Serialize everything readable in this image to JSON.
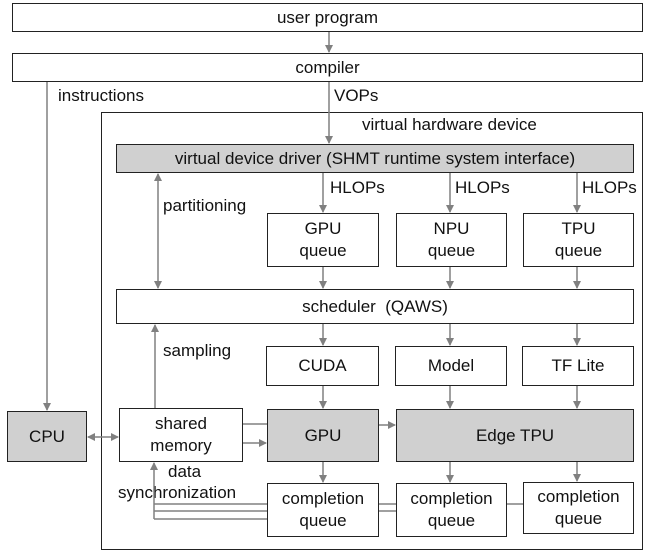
{
  "diagram": {
    "user_program": "user program",
    "compiler": "compiler",
    "instructions_label": "instructions",
    "vops_label": "VOPs",
    "virtual_hardware_device_label": "virtual hardware device",
    "driver": "virtual device driver (SHMT runtime system interface)",
    "hlops_label": "HLOPs",
    "partitioning_label": "partitioning",
    "queues": [
      {
        "line1": "GPU",
        "line2": "queue"
      },
      {
        "line1": "NPU",
        "line2": "queue"
      },
      {
        "line1": "TPU",
        "line2": "queue"
      }
    ],
    "scheduler": "scheduler  (QAWS)",
    "sampling_label": "sampling",
    "runtimes": [
      "CUDA",
      "Model",
      "TF Lite"
    ],
    "cpu": "CPU",
    "shared_memory": {
      "line1": "shared",
      "line2": "memory"
    },
    "gpu": "GPU",
    "edge_tpu": "Edge TPU",
    "data_sync_label": {
      "line1": "data",
      "line2": "synchronization"
    },
    "completion_queues": [
      {
        "line1": "completion",
        "line2": "queue"
      },
      {
        "line1": "completion",
        "line2": "queue"
      },
      {
        "line1": "completion",
        "line2": "queue"
      }
    ],
    "colors": {
      "accelerator_fill": "#d0d0d0",
      "arrow": "#808080",
      "border": "#222222"
    }
  }
}
